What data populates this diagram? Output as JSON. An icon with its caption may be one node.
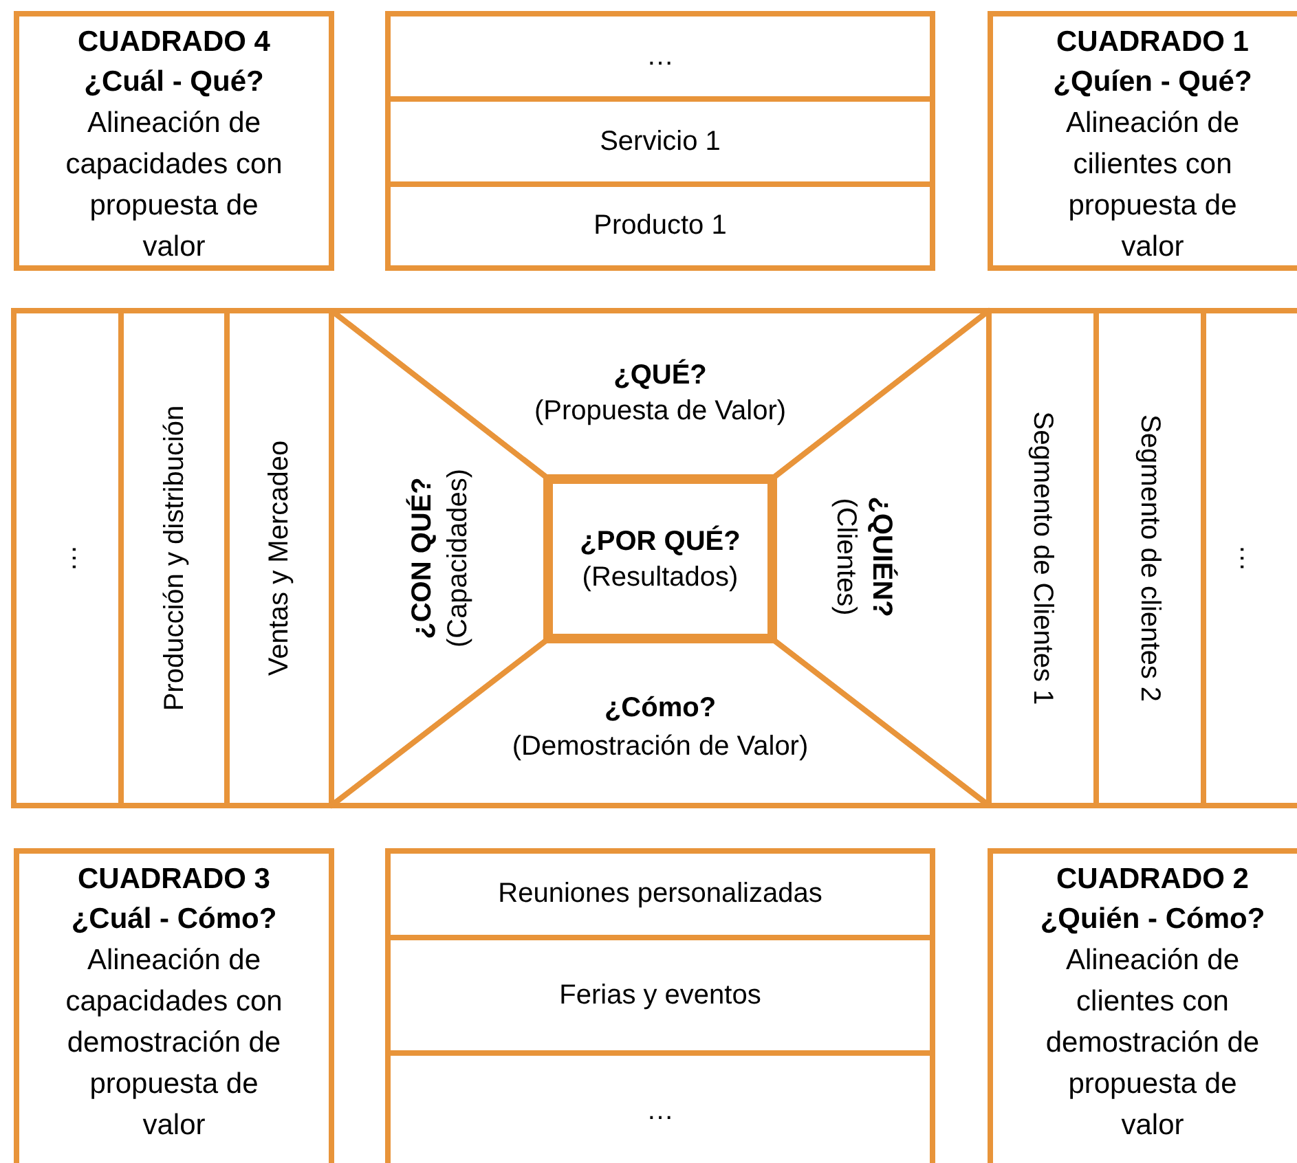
{
  "diagram": {
    "nodes": [
      {
        "text": [
          "CUADRADO 4 ¿Cuál - Qué?",
          "Alineación de capacidades con propuesta de valor"
        ]
      },
      {
        "text": [
          "…"
        ]
      },
      {
        "text": [
          "Servicio 1"
        ]
      },
      {
        "text": [
          "Producto 1"
        ]
      },
      {
        "text": [
          "CUADRADO 1 ¿Quíen - Qué?",
          "Alineación de cilientes con propuesta de valor"
        ]
      },
      {
        "text": [
          "…"
        ]
      },
      {
        "text": [
          "Producción y distribución"
        ]
      },
      {
        "text": [
          "Ventas y Mercadeo"
        ]
      },
      {
        "text": [
          "¿QUÉ?",
          "(Propuesta de Valor)"
        ]
      },
      {
        "text": [
          "¿CON QUÉ?",
          "(Capacidades)"
        ]
      },
      {
        "text": [
          "¿POR QUÉ?",
          "(Resultados)"
        ]
      },
      {
        "text": [
          "¿QUIÉN?",
          "(Clientes)"
        ]
      },
      {
        "text": [
          "¿Cómo?",
          "(Demostración de Valor)"
        ]
      },
      {
        "text": [
          "Segmento de Clientes 1"
        ]
      },
      {
        "text": [
          "Segmento de clientes 2"
        ]
      },
      {
        "text": [
          "…"
        ]
      },
      {
        "text": [
          "CUADRADO 3 ¿Cuál - Cómo?",
          "Alineación de capacidades con demostración de propuesta de valor"
        ]
      },
      {
        "text": [
          "Reuniones personalizadas"
        ]
      },
      {
        "text": [
          "Ferias y eventos"
        ]
      },
      {
        "text": [
          "…"
        ]
      },
      {
        "text": [
          "CUADRADO 2 ¿Quién - Cómo?",
          "Alineación de clientes con demostración de propuesta de valor"
        ]
      }
    ]
  }
}
